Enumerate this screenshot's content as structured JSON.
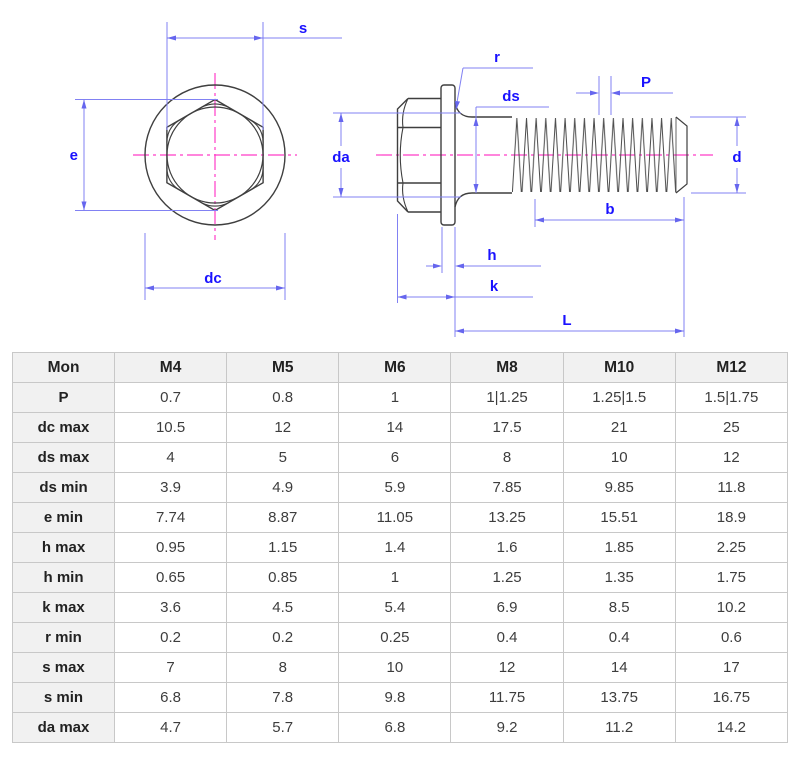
{
  "diagram": {
    "description": "Hex flange bolt technical drawing, front view and side view with dimension callouts",
    "labels": {
      "s": "s",
      "e": "e",
      "dc": "dc",
      "r": "r",
      "ds": "ds",
      "p": "P",
      "da": "da",
      "d": "d",
      "b": "b",
      "h": "h",
      "k": "k",
      "l": "L"
    },
    "colors": {
      "outline": "#3f3f3f",
      "dimension_line": "#8181f3",
      "dimension_label": "#1a12ff",
      "centerline": "#ff3cc8"
    }
  },
  "table": {
    "columns": [
      "Mon",
      "M4",
      "M5",
      "M6",
      "M8",
      "M10",
      "M12"
    ],
    "rows": [
      {
        "label": "P",
        "values": [
          "0.7",
          "0.8",
          "1",
          "1|1.25",
          "1.25|1.5",
          "1.5|1.75"
        ]
      },
      {
        "label": "dc max",
        "values": [
          "10.5",
          "12",
          "14",
          "17.5",
          "21",
          "25"
        ]
      },
      {
        "label": "ds max",
        "values": [
          "4",
          "5",
          "6",
          "8",
          "10",
          "12"
        ]
      },
      {
        "label": "ds min",
        "values": [
          "3.9",
          "4.9",
          "5.9",
          "7.85",
          "9.85",
          "11.8"
        ]
      },
      {
        "label": "e min",
        "values": [
          "7.74",
          "8.87",
          "11.05",
          "13.25",
          "15.51",
          "18.9"
        ]
      },
      {
        "label": "h max",
        "values": [
          "0.95",
          "1.15",
          "1.4",
          "1.6",
          "1.85",
          "2.25"
        ]
      },
      {
        "label": "h min",
        "values": [
          "0.65",
          "0.85",
          "1",
          "1.25",
          "1.35",
          "1.75"
        ]
      },
      {
        "label": "k max",
        "values": [
          "3.6",
          "4.5",
          "5.4",
          "6.9",
          "8.5",
          "10.2"
        ]
      },
      {
        "label": "r min",
        "values": [
          "0.2",
          "0.2",
          "0.25",
          "0.4",
          "0.4",
          "0.6"
        ]
      },
      {
        "label": "s max",
        "values": [
          "7",
          "8",
          "10",
          "12",
          "14",
          "17"
        ]
      },
      {
        "label": "s min",
        "values": [
          "6.8",
          "7.8",
          "9.8",
          "11.75",
          "13.75",
          "16.75"
        ]
      },
      {
        "label": "da max",
        "values": [
          "4.7",
          "5.7",
          "6.8",
          "9.2",
          "11.2",
          "14.2"
        ]
      }
    ]
  }
}
